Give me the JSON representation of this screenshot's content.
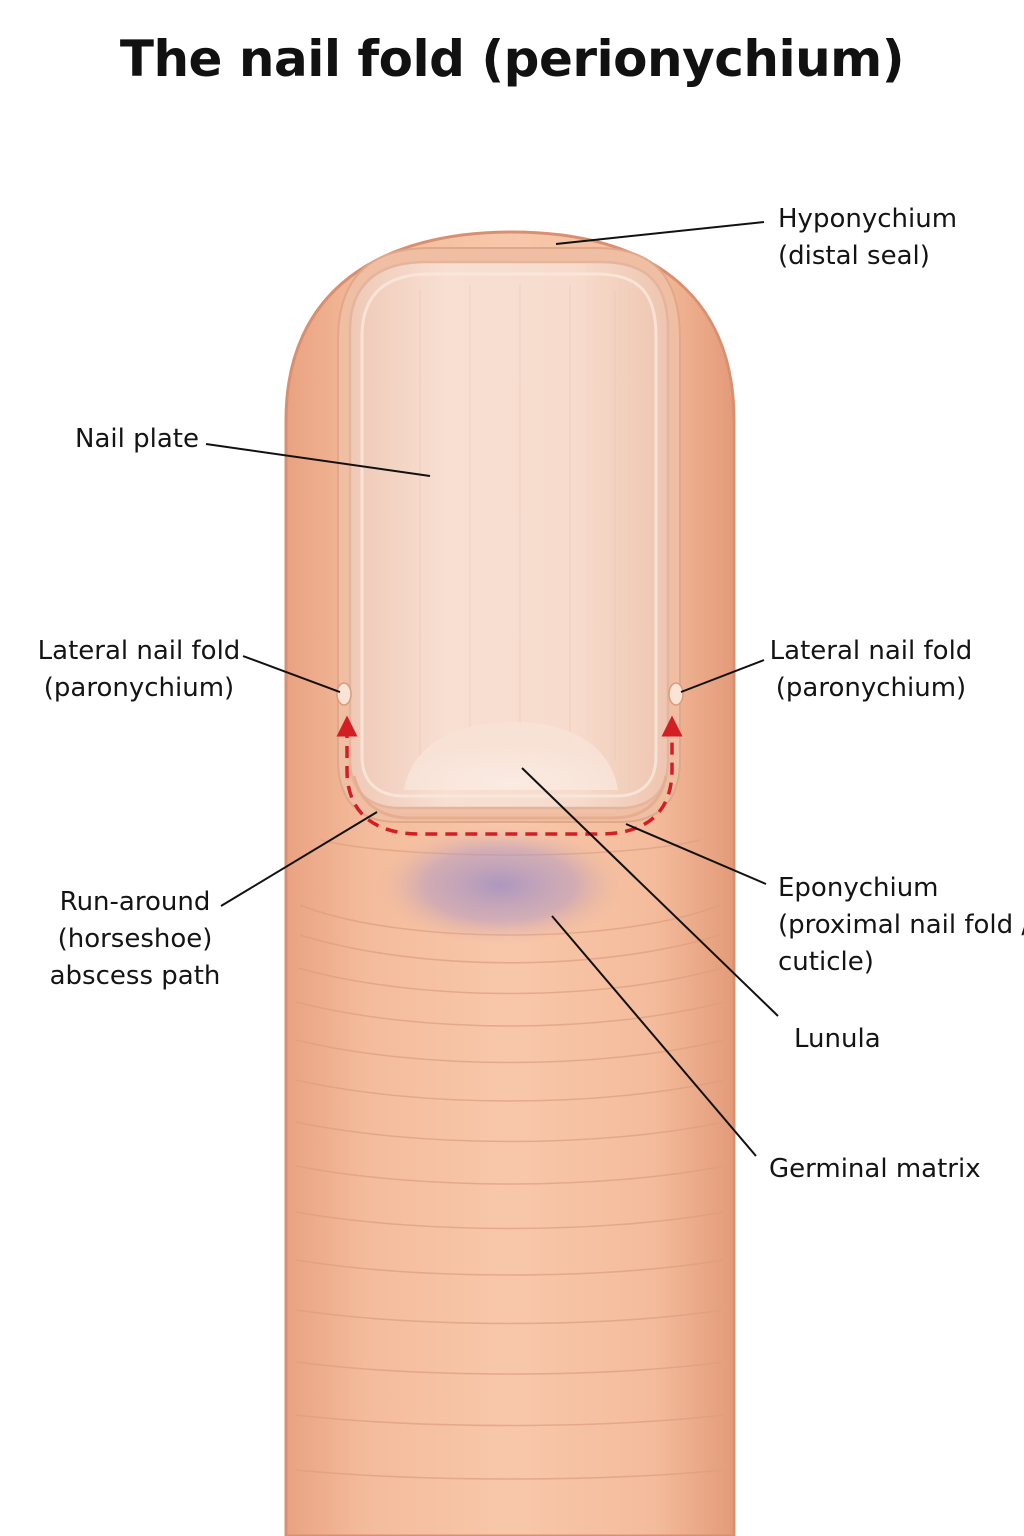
{
  "title": "The nail fold (perionychium)",
  "labels": {
    "hyponychium": [
      "Hyponychium",
      "(distal seal)"
    ],
    "nail_plate": [
      "Nail plate"
    ],
    "lateral_left": [
      "Lateral nail fold",
      "(paronychium)"
    ],
    "lateral_right": [
      "Lateral nail fold",
      "(paronychium)"
    ],
    "eponychium": [
      "Eponychium",
      "(proximal nail fold /",
      "cuticle)"
    ],
    "runaround": [
      "Run-around",
      "(horseshoe)",
      "abscess path"
    ],
    "lunula": [
      "Lunula"
    ],
    "germinal_matrix": [
      "Germinal matrix"
    ]
  },
  "colors": {
    "skin": "#f2b796",
    "skin_edge": "#d98f6c",
    "nail": "#f6d7c8",
    "abscess_path": "#d11f24",
    "matrix_tint": "#9d8cc0"
  }
}
